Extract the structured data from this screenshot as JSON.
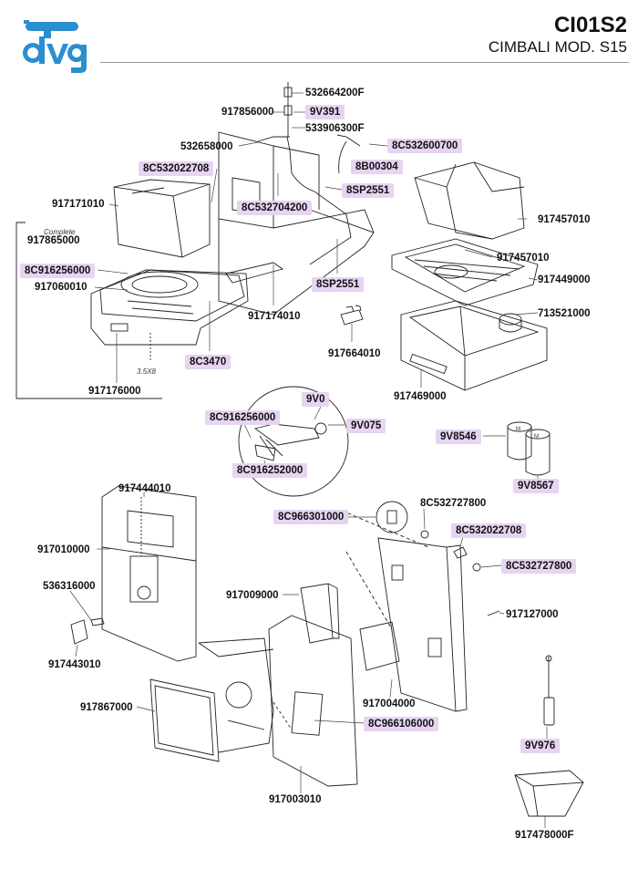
{
  "brand": {
    "name": "dvg",
    "color": "#2a8fd0"
  },
  "header": {
    "code": "CI01S2",
    "model": "CIMBALI MOD. S15",
    "rule_color": "#9a9a9a"
  },
  "highlight_color": "#e6d4f2",
  "notes": {
    "complete": "Complete",
    "screw": "3.5X8"
  },
  "parts": [
    {
      "code": "532664200F",
      "hl": false
    },
    {
      "code": "917856000",
      "hl": false
    },
    {
      "code": "9V391",
      "hl": true
    },
    {
      "code": "533906300F",
      "hl": false
    },
    {
      "code": "532658000",
      "hl": false
    },
    {
      "code": "8C532600700",
      "hl": true
    },
    {
      "code": "8C532022708",
      "hl": true
    },
    {
      "code": "8B00304",
      "hl": true
    },
    {
      "code": "8SP2551",
      "hl": true
    },
    {
      "code": "917171010",
      "hl": false
    },
    {
      "code": "8C532704200",
      "hl": true
    },
    {
      "code": "917457010",
      "hl": false
    },
    {
      "code": "917865000",
      "hl": false
    },
    {
      "code": "917457010",
      "hl": false
    },
    {
      "code": "8C916256000",
      "hl": true
    },
    {
      "code": "917449000",
      "hl": false
    },
    {
      "code": "917060010",
      "hl": false
    },
    {
      "code": "8SP2551",
      "hl": true
    },
    {
      "code": "713521000",
      "hl": false
    },
    {
      "code": "917174010",
      "hl": false
    },
    {
      "code": "917664010",
      "hl": false
    },
    {
      "code": "8C3470",
      "hl": true
    },
    {
      "code": "917176000",
      "hl": false
    },
    {
      "code": "917469000",
      "hl": false
    },
    {
      "code": "9V0",
      "hl": true
    },
    {
      "code": "8C916256000",
      "hl": true
    },
    {
      "code": "9V075",
      "hl": true
    },
    {
      "code": "9V8546",
      "hl": true
    },
    {
      "code": "8C916252000",
      "hl": true
    },
    {
      "code": "9V8567",
      "hl": true
    },
    {
      "code": "917444010",
      "hl": false
    },
    {
      "code": "8C532727800",
      "hl": false
    },
    {
      "code": "8C966301000",
      "hl": true
    },
    {
      "code": "8C532022708",
      "hl": true
    },
    {
      "code": "917010000",
      "hl": false
    },
    {
      "code": "8C532727800",
      "hl": true
    },
    {
      "code": "536316000",
      "hl": false
    },
    {
      "code": "917009000",
      "hl": false
    },
    {
      "code": "917127000",
      "hl": false
    },
    {
      "code": "917443010",
      "hl": false
    },
    {
      "code": "917004000",
      "hl": false
    },
    {
      "code": "917867000",
      "hl": false
    },
    {
      "code": "8C966106000",
      "hl": true
    },
    {
      "code": "9V976",
      "hl": true
    },
    {
      "code": "917003010",
      "hl": false
    },
    {
      "code": "917478000F",
      "hl": false
    }
  ]
}
